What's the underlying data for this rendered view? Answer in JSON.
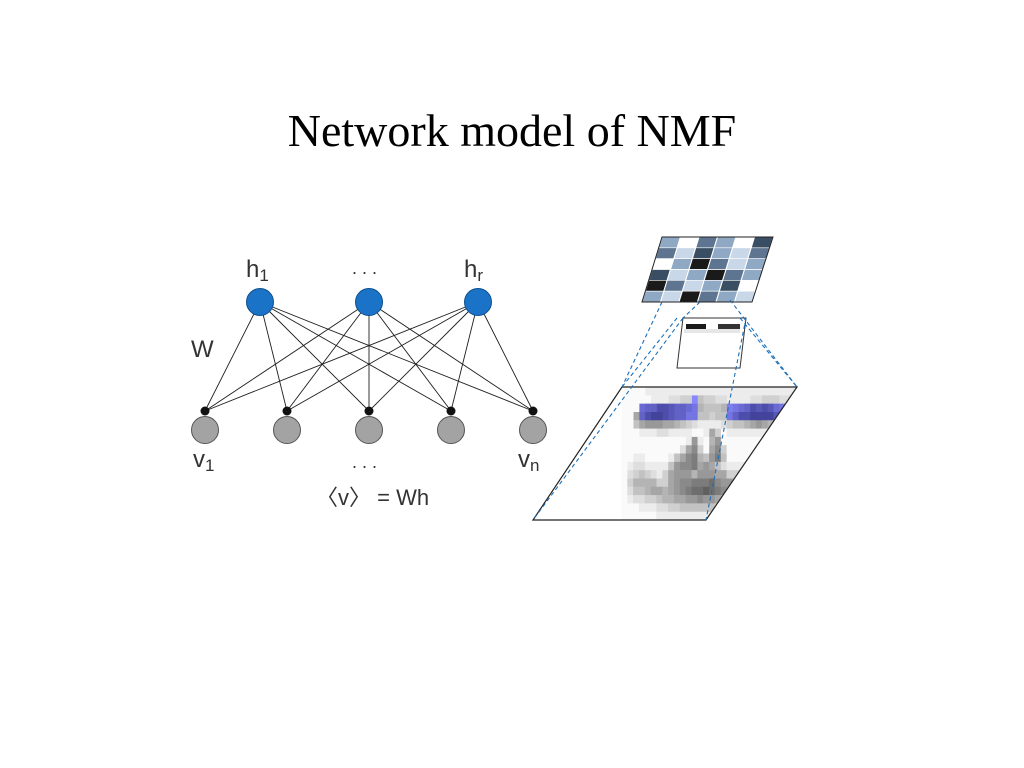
{
  "slide": {
    "title": "Network model of NMF"
  },
  "network": {
    "hidden_labels": {
      "first": "h",
      "first_sub": "1",
      "dots": ". . .",
      "last": "h",
      "last_sub": "r"
    },
    "visible_labels": {
      "first": "v",
      "first_sub": "1",
      "dots": ". . .",
      "last": "v",
      "last_sub": "n"
    },
    "weight_label": "W",
    "equation": "〈v〉 = Wh",
    "colors": {
      "hidden_node": "#1a73c6",
      "visible_node": "#a3a3a3",
      "edge": "#1e1e1e"
    }
  },
  "illustration": {
    "colors": {
      "dashed_guide": "#1b6fb8",
      "eye_tint": "#6a6aa8"
    }
  }
}
